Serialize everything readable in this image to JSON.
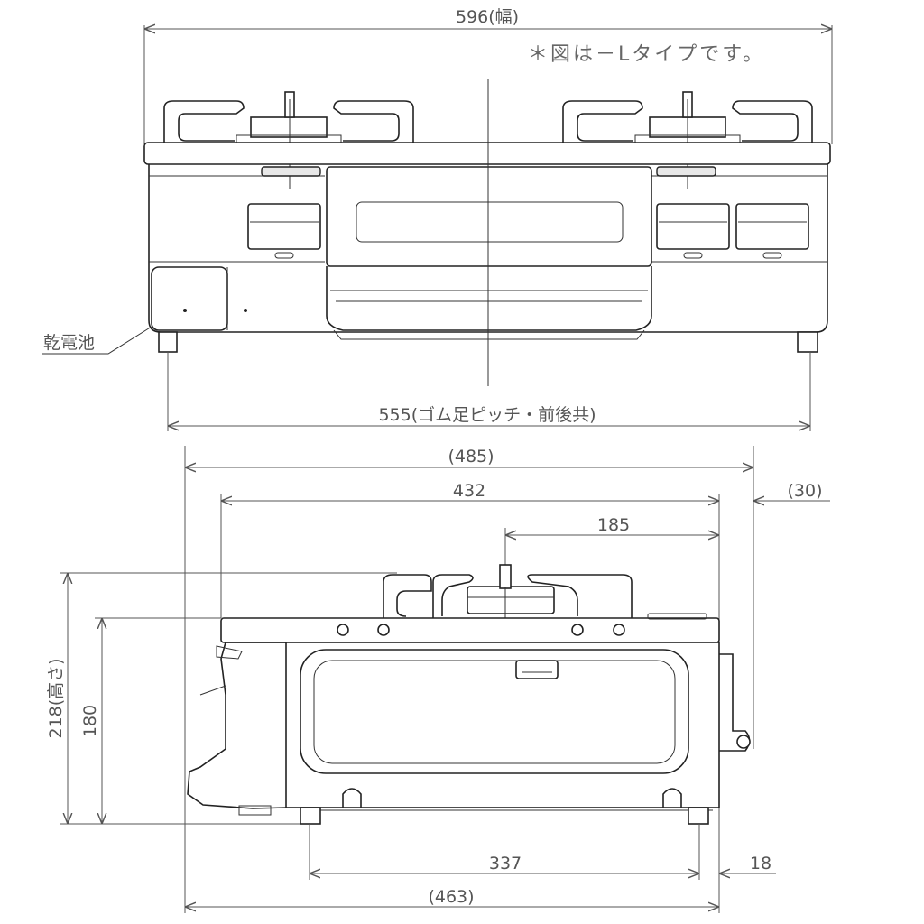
{
  "front_view": {
    "width_label": "596(幅)",
    "note": "＊図は－Lタイプです。",
    "battery_label": "乾電池",
    "foot_pitch_label": "555(ゴム足ピッチ・前後共)"
  },
  "side_view": {
    "depth_overall_label": "(485)",
    "depth_432_label": "432",
    "protrusion_label": "(30)",
    "burner_offset_label": "185",
    "height_label": "218(高さ)",
    "top_height_label": "180",
    "foot_pitch_label": "337",
    "rear_offset_label": "18",
    "depth_463_label": "(463)"
  }
}
